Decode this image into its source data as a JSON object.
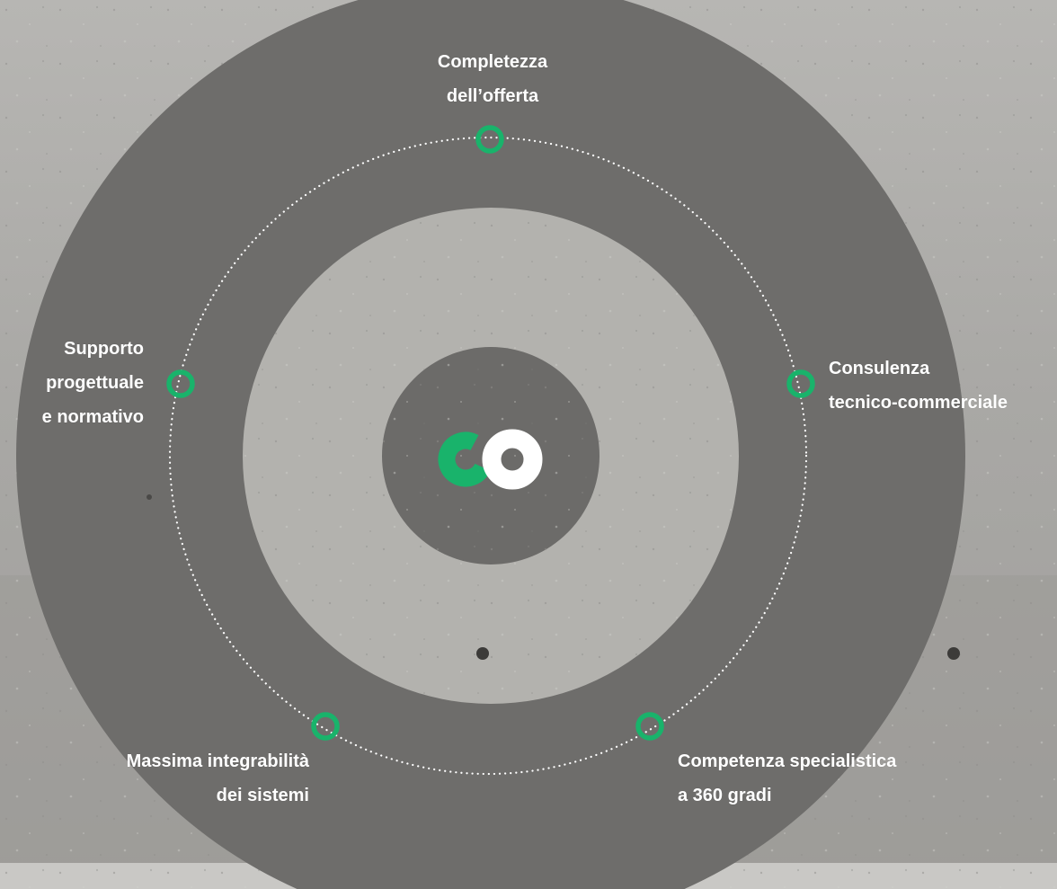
{
  "colors": {
    "accent_green": "#19b36b",
    "logo_white": "#ffffff",
    "outer_ring": "#6e6d6b",
    "middle_disc": "#b3b2ae",
    "inner_disc": "#6c6b69",
    "dotted_orbit": "#ffffff"
  },
  "logo": {
    "mark": "CO"
  },
  "features": [
    {
      "id": "completezza",
      "lines": [
        "Completezza",
        "dell’offerta"
      ],
      "icon": "ring-marker-icon"
    },
    {
      "id": "consulenza",
      "lines": [
        "Consulenza",
        "tecnico-commerciale"
      ],
      "icon": "ring-marker-icon"
    },
    {
      "id": "competenza",
      "lines": [
        "Competenza specialistica",
        "a 360 gradi"
      ],
      "icon": "ring-marker-icon"
    },
    {
      "id": "integrabilita",
      "lines": [
        "Massima integrabilità",
        "dei sistemi"
      ],
      "icon": "ring-marker-icon"
    },
    {
      "id": "supporto",
      "lines": [
        "Supporto",
        "progettuale",
        "e normativo"
      ],
      "icon": "ring-marker-icon"
    }
  ]
}
